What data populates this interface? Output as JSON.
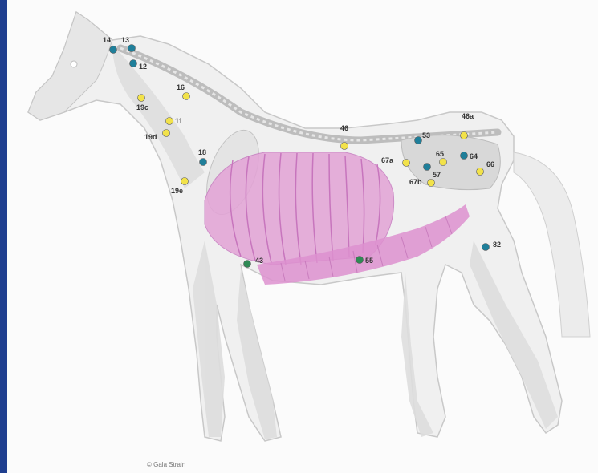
{
  "points": [
    {
      "label": "14",
      "color": "teal"
    },
    {
      "label": "13",
      "color": "teal"
    },
    {
      "label": "12",
      "color": "teal"
    },
    {
      "label": "16",
      "color": "yellow"
    },
    {
      "label": "19c",
      "color": "yellow"
    },
    {
      "label": "11",
      "color": "yellow"
    },
    {
      "label": "19d",
      "color": "yellow"
    },
    {
      "label": "18",
      "color": "teal"
    },
    {
      "label": "19e",
      "color": "yellow"
    },
    {
      "label": "46",
      "color": "yellow"
    },
    {
      "label": "53",
      "color": "teal"
    },
    {
      "label": "46a",
      "color": "yellow"
    },
    {
      "label": "65",
      "color": "yellow"
    },
    {
      "label": "64",
      "color": "teal"
    },
    {
      "label": "67a",
      "color": "yellow"
    },
    {
      "label": "57",
      "color": "teal"
    },
    {
      "label": "67b",
      "color": "yellow"
    },
    {
      "label": "66",
      "color": "yellow"
    },
    {
      "label": "82",
      "color": "teal"
    },
    {
      "label": "43",
      "color": "green"
    },
    {
      "label": "55",
      "color": "green"
    }
  ],
  "colors": {
    "yellow": "#f2e24a",
    "teal": "#1f7f9a",
    "green": "#2f8a55",
    "ribs": "#d98ad0",
    "frame": "#1f3f8f"
  },
  "copyright": "© Gala Strain"
}
